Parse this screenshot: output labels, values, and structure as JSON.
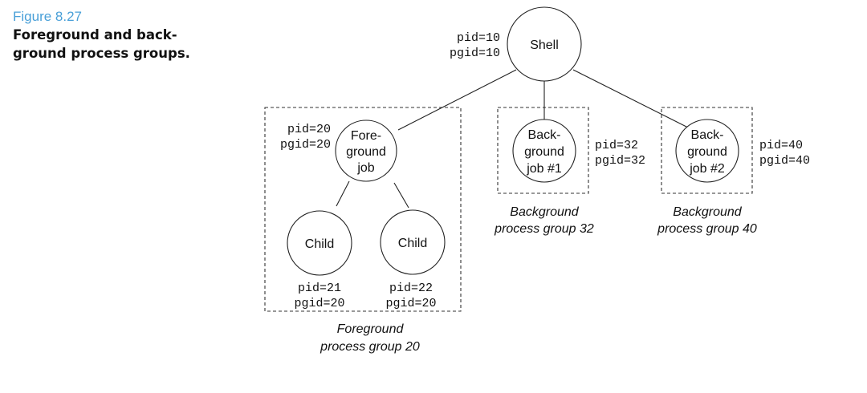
{
  "figure": {
    "number": "Figure 8.27",
    "title": "Foreground and back-ground process groups."
  },
  "nodes": {
    "shell": {
      "lines": [
        "Shell"
      ],
      "pid": "pid=10",
      "pgid": "pgid=10"
    },
    "fg_job": {
      "lines": [
        "Fore-",
        "ground",
        "job"
      ],
      "pid": "pid=20",
      "pgid": "pgid=20"
    },
    "bg_job1": {
      "lines": [
        "Back-",
        "ground",
        "job #1"
      ],
      "pid": "pid=32",
      "pgid": "pgid=32"
    },
    "bg_job2": {
      "lines": [
        "Back-",
        "ground",
        "job #2"
      ],
      "pid": "pid=40",
      "pgid": "pgid=40"
    },
    "child1": {
      "lines": [
        "Child"
      ],
      "pid": "pid=21",
      "pgid": "pgid=20"
    },
    "child2": {
      "lines": [
        "Child"
      ],
      "pid": "pid=22",
      "pgid": "pgid=20"
    }
  },
  "groups": {
    "fg": {
      "line1": "Foreground",
      "line2": "process group 20"
    },
    "bg32": {
      "line1": "Background",
      "line2": "process group 32"
    },
    "bg40": {
      "line1": "Background",
      "line2": "process group 40"
    }
  }
}
